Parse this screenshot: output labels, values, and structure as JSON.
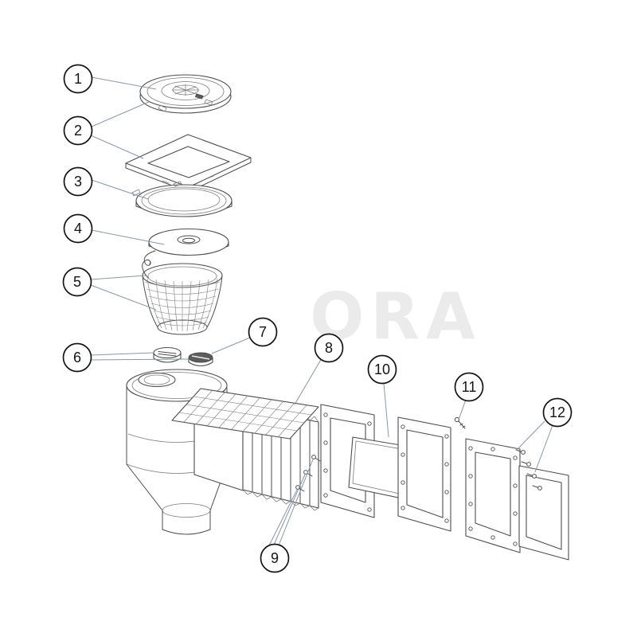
{
  "page": {
    "background": "#ffffff",
    "watermark": "ORA"
  },
  "colors": {
    "outline": "#4d4d4d",
    "outline-thin": "#7d7d7d",
    "leader": "#8a97a5",
    "callout-border": "#141414",
    "callout-text": "#141414",
    "watermark": "#ebebeb",
    "dark-fill": "#5c5c5c"
  },
  "diagram": {
    "callouts": [
      {
        "label": "1"
      },
      {
        "label": "2"
      },
      {
        "label": "3"
      },
      {
        "label": "4"
      },
      {
        "label": "5"
      },
      {
        "label": "6"
      },
      {
        "label": "7"
      },
      {
        "label": "8"
      },
      {
        "label": "9"
      },
      {
        "label": "10"
      },
      {
        "label": "11"
      },
      {
        "label": "12"
      }
    ]
  }
}
